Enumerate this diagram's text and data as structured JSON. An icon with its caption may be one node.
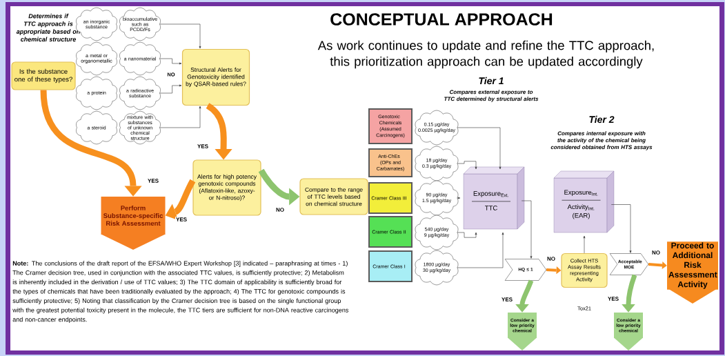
{
  "diagram": {
    "title": "CONCEPTUAL APPROACH",
    "nodes": [
      {
        "text": [
          "Is the substance one of these types?"
        ]
      },
      {
        "text": [
          "an inorganic substance"
        ]
      },
      {
        "text": [
          "bioaccumulative such as PCDD/Fs"
        ]
      },
      {
        "text": [
          "a metal or organometallic"
        ]
      },
      {
        "text": [
          "a nanomaterial"
        ]
      },
      {
        "text": [
          "a protein"
        ]
      },
      {
        "text": [
          "a radioactive substance"
        ]
      },
      {
        "text": [
          "a steroid"
        ]
      },
      {
        "text": [
          "mixture with substances of unknown chemical structure"
        ]
      },
      {
        "text": [
          "Structural Alerts for Genotoxicity identified by QSAR-based rules?"
        ]
      },
      {
        "text": [
          "Alerts for high potency genotoxic compounds (Aflatoxin-like, azoxy- or N-nitroso)?"
        ]
      },
      {
        "text": [
          "Compare to the range of TTC levels based on chemical structure"
        ]
      },
      {
        "text": [
          "Perform Substance-specific Risk Assessment"
        ]
      },
      {
        "text": [
          "Genotoxic Chemicals (Assumed Carcinogens)"
        ]
      },
      {
        "text": [
          "Anti-ChEs (OPs and Carbamates)"
        ]
      },
      {
        "text": [
          "Cramer Class III"
        ]
      },
      {
        "text": [
          "Cramer Class II"
        ]
      },
      {
        "text": [
          "Cramer Class I"
        ]
      },
      {
        "text": [
          "0.15 µg/day",
          "0.0025 µg/kg/day"
        ]
      },
      {
        "text": [
          "18 µg/day",
          "0.3 µg/kg/day"
        ]
      },
      {
        "text": [
          "90 µg/day",
          "1.5 µg/kg/day"
        ]
      },
      {
        "text": [
          "540 µg/day",
          "9 µg/kg/day"
        ]
      },
      {
        "text": [
          "1800 µg/day",
          "30 µg/kg/day"
        ]
      },
      {
        "text": [
          "Exposure$_{Ext.}$",
          "TTC"
        ]
      },
      {
        "text": [
          "HQ ≤ 1"
        ]
      },
      {
        "text": [
          "Collect HTS Assay Results representing Activity"
        ],
        "beside": [
          "Tox21"
        ]
      },
      {
        "text": [
          "Exposure$_{Int.}$",
          "Activity$_{Int.}$",
          "(EAR)"
        ]
      },
      {
        "text": [
          "Acceptable MOE"
        ]
      },
      {
        "text": [
          "Proceed to Additional Risk Assessment Activity"
        ]
      },
      {
        "text": [
          "Consider a low priority chemical"
        ]
      },
      {
        "text": [
          "Consider a low priority chemical"
        ]
      }
    ],
    "edges": [
      {
        "from": 2,
        "to": 9,
        "arrow": "to"
      },
      {
        "from": 4,
        "to": 9,
        "arrow": "to"
      },
      {
        "from": 6,
        "to": 9,
        "arrow": "to"
      },
      {
        "from": 8,
        "to": 9,
        "arrow": "to"
      },
      {
        "from": 9,
        "to": 10,
        "arrow": "to",
        "label": "YES",
        "style": "thick",
        "color": "#f7901e"
      },
      {
        "from": 10,
        "to": 11,
        "arrow": "to",
        "label": "NO",
        "style": "thick",
        "color": "#8dc46e"
      },
      {
        "from": 10,
        "to": 12,
        "arrow": "to",
        "label": "YES",
        "style": "thick",
        "color": "#f7901e"
      },
      {
        "from": 0,
        "to": 12,
        "arrow": "to",
        "label": "YES",
        "style": "thick",
        "color": "#f7901e"
      },
      {
        "from": 18,
        "to": 23,
        "arrow": "to"
      },
      {
        "from": 19,
        "to": 23,
        "arrow": "to"
      },
      {
        "from": 20,
        "to": 23,
        "arrow": "to"
      },
      {
        "from": 21,
        "to": 23,
        "arrow": "to"
      },
      {
        "from": 22,
        "to": 23,
        "arrow": "to"
      },
      {
        "from": 23,
        "to": 24,
        "arrow": "to"
      },
      {
        "from": 24,
        "to": 25,
        "arrow": "to",
        "label": "NO",
        "style": "thick",
        "color": "#f7901e"
      },
      {
        "from": 25,
        "to": 26,
        "arrow": "to"
      },
      {
        "from": 26,
        "to": 27,
        "arrow": "to"
      },
      {
        "from": 27,
        "to": 28,
        "arrow": "to",
        "label": "NO",
        "style": "thick",
        "color": "#f7901e"
      },
      {
        "from": 24,
        "to": 29,
        "arrow": "to",
        "label": "YES",
        "style": "thick",
        "color": "#8dc46e"
      },
      {
        "from": 27,
        "to": 30,
        "arrow": "to",
        "label": "YES",
        "style": "thick",
        "color": "#8dc46e"
      }
    ],
    "labels": [
      "Determines if TTC approach is appropriate based on chemical structure",
      "As work continues to update and refine the TTC approach, this prioritization approach can be updated accordingly",
      "NO",
      "Tier 1",
      "Compares external exposure to TTC determined by structural alerts",
      "Tier 2",
      "Compares internal exposure with the activity of the chemical being considered obtained from HTS assays",
      "**Note:** The conclusions of the draft report of the EFSA/WHO Expert Workshop [3] indicated – paraphrasing at times - 1) The Cramer decision tree, used in conjunction with the associated TTC values, is sufficiently protective; 2) Metabolism is inherently included in the derivation / use of TTC values; 3) The TTC domain of applicability is sufficiently broad for the types of chemicals that have been traditionally evaluated by the approach; 4) The TTC for genotoxic compounds is sufficiently protective; 5) Noting that classification by the Cramer decision tree is based on the single functional group with the greatest potential toxicity present in the molecule, the TTC tiers are sufficient for non-DNA reactive carcinogens and non-cancer endpoints."
    ]
  }
}
